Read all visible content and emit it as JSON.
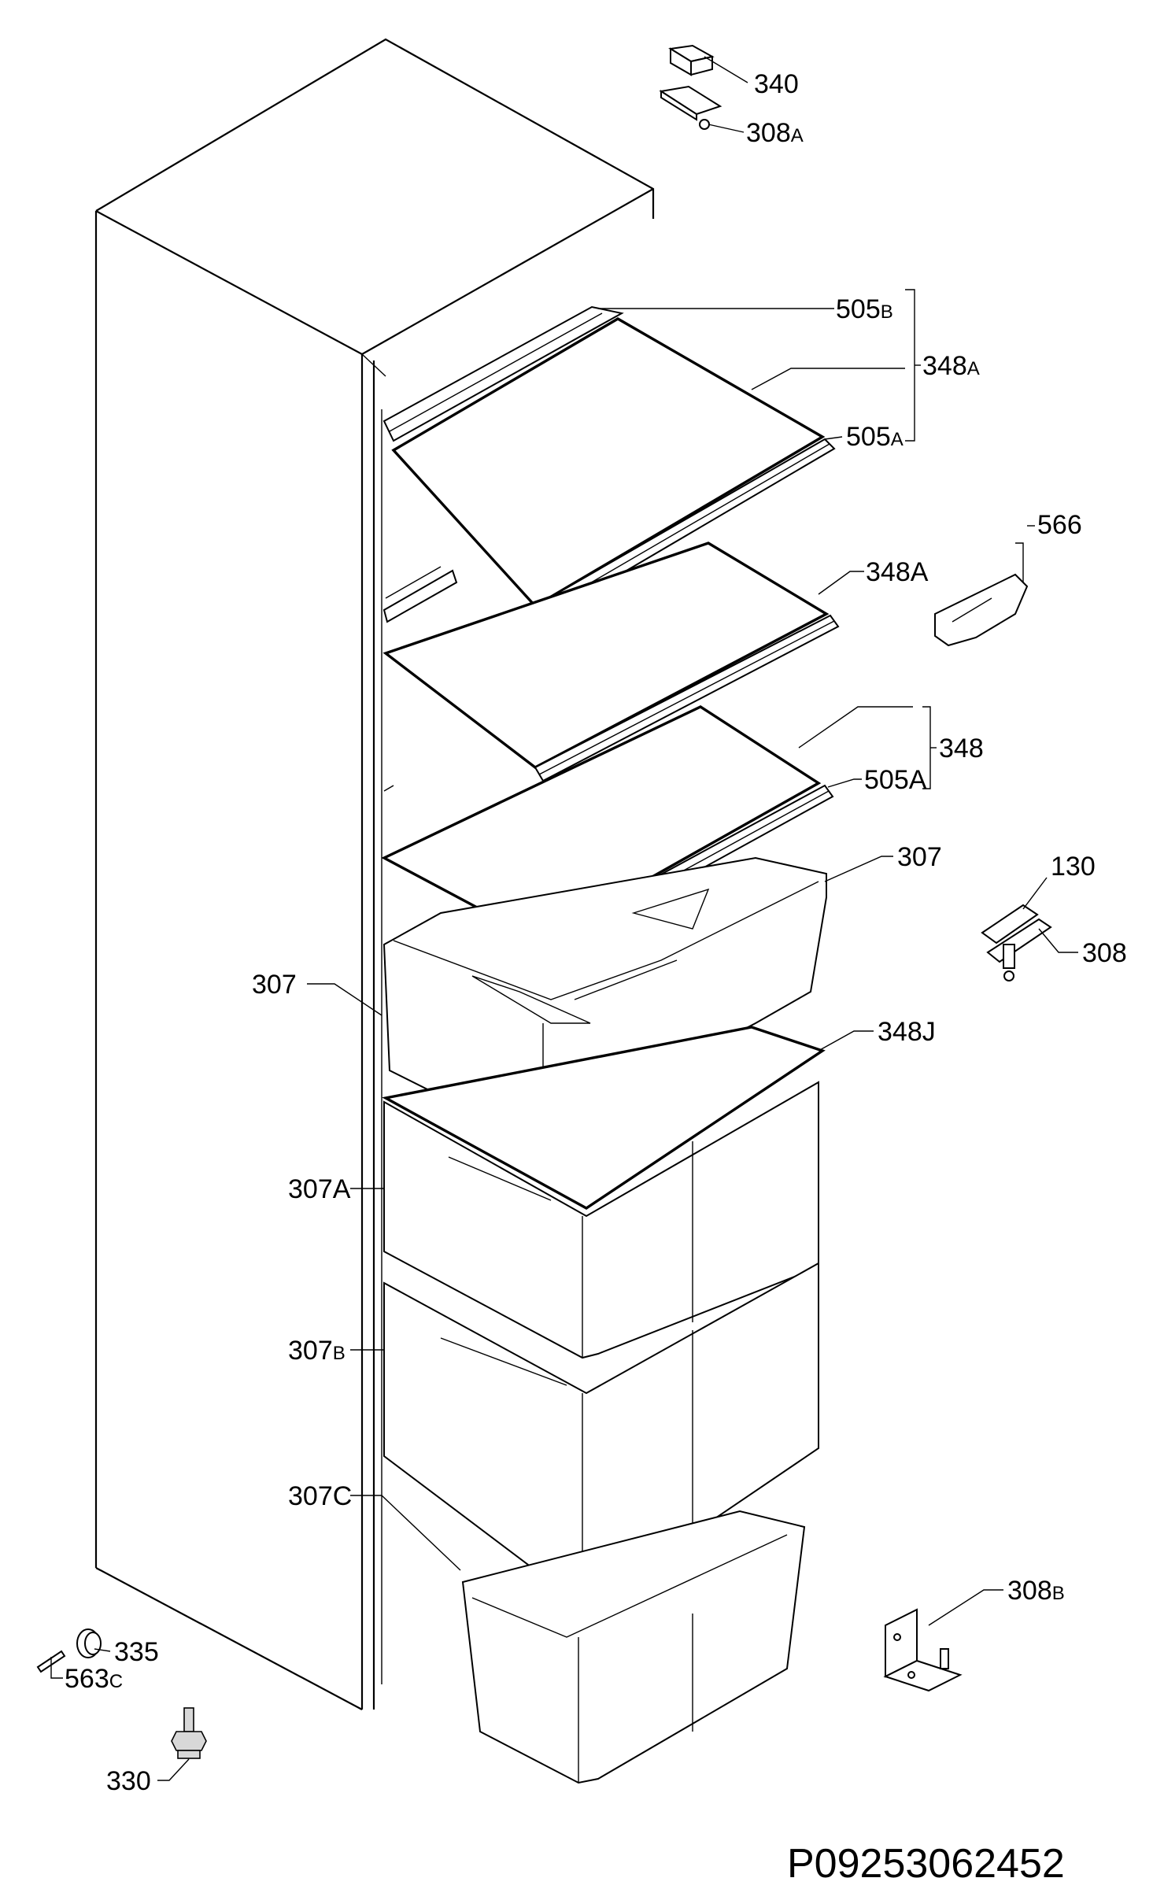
{
  "callouts": {
    "c340": {
      "main": "340",
      "suffix": ""
    },
    "c308a": {
      "main": "308",
      "suffix": "A"
    },
    "c505b": {
      "main": "505",
      "suffix": "B"
    },
    "c348a_top": {
      "main": "348",
      "suffix": "A"
    },
    "c505a_top": {
      "main": "505",
      "suffix": "A"
    },
    "c566": {
      "main": "566",
      "suffix": ""
    },
    "c348a_mid": {
      "main": "348A",
      "suffix": ""
    },
    "c348": {
      "main": "348",
      "suffix": ""
    },
    "c505a_low": {
      "main": "505A",
      "suffix": ""
    },
    "c307_right": {
      "main": "307",
      "suffix": ""
    },
    "c130": {
      "main": "130",
      "suffix": ""
    },
    "c308": {
      "main": "308",
      "suffix": ""
    },
    "c307_left": {
      "main": "307",
      "suffix": ""
    },
    "c348j": {
      "main": "348J",
      "suffix": ""
    },
    "c307a": {
      "main": "307A",
      "suffix": ""
    },
    "c307b": {
      "main": "307",
      "suffix": "B"
    },
    "c307c": {
      "main": "307C",
      "suffix": ""
    },
    "c308b": {
      "main": "308",
      "suffix": "B"
    },
    "c335": {
      "main": "335",
      "suffix": ""
    },
    "c563c": {
      "main": "563",
      "suffix": "C"
    },
    "c330": {
      "main": "330",
      "suffix": ""
    }
  },
  "document_id": "P09253062452"
}
